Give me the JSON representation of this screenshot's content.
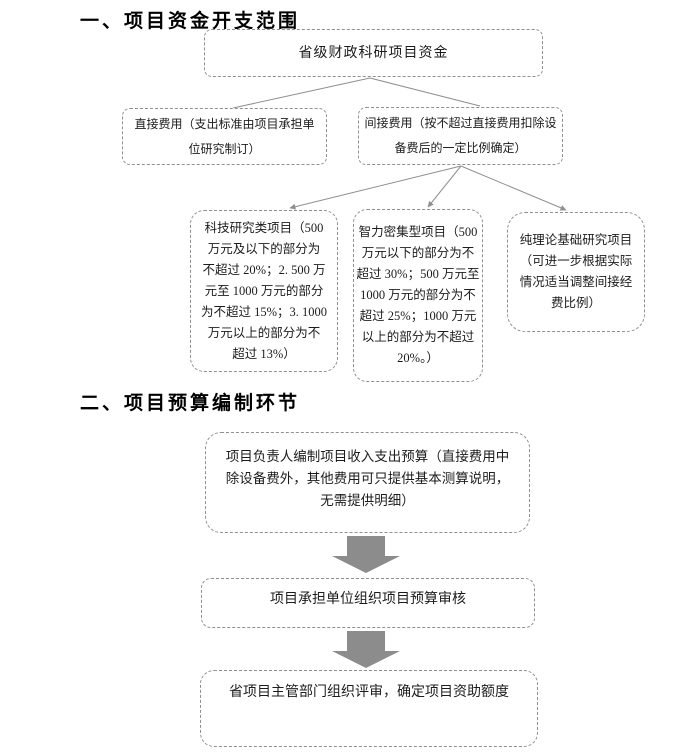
{
  "colors": {
    "background": "#ffffff",
    "border": "#8f8f8f",
    "connector": "#8f8f8f",
    "arrow": "#8c8c8c",
    "text": "#1c1c1c"
  },
  "section1": {
    "heading": "一、项目资金开支范围",
    "root_box": {
      "label": "省级财政科研项目资金"
    },
    "direct_box": {
      "label": "直接费用（支出标准由项目承担单\n位研究制订）"
    },
    "indirect_box": {
      "label": "间接费用（按不超过直接费用扣除设\n备费后的一定比例确定）"
    },
    "tech_box": {
      "label": "科技研究类项目（500\n万元及以下的部分为\n不超过 20%；2. 500 万\n元至 1000 万元的部分\n为不超过 15%；3. 1000\n万元以上的部分为不\n超过 13%）"
    },
    "intensive_box": {
      "label": "智力密集型项目（500\n万元以下的部分为不\n超过 30%；500 万元至\n1000 万元的部分为不\n超过 25%；1000 万元\n以上的部分为不超过\n20%。）"
    },
    "pure_box": {
      "label": "纯理论基础研究项目\n（可进一步根据实际\n情况适当调整间接经\n费比例）"
    }
  },
  "section2": {
    "heading": "二、项目预算编制环节",
    "step1_box": {
      "label": "项目负责人编制项目收入支出预算（直接费用中\n除设备费外，其他费用可只提供基本测算说明，\n无需提供明细）"
    },
    "step2_box": {
      "label": "项目承担单位组织项目预算审核"
    },
    "step3_box": {
      "label": "省项目主管部门组织评审，确定项目资助额度"
    }
  }
}
